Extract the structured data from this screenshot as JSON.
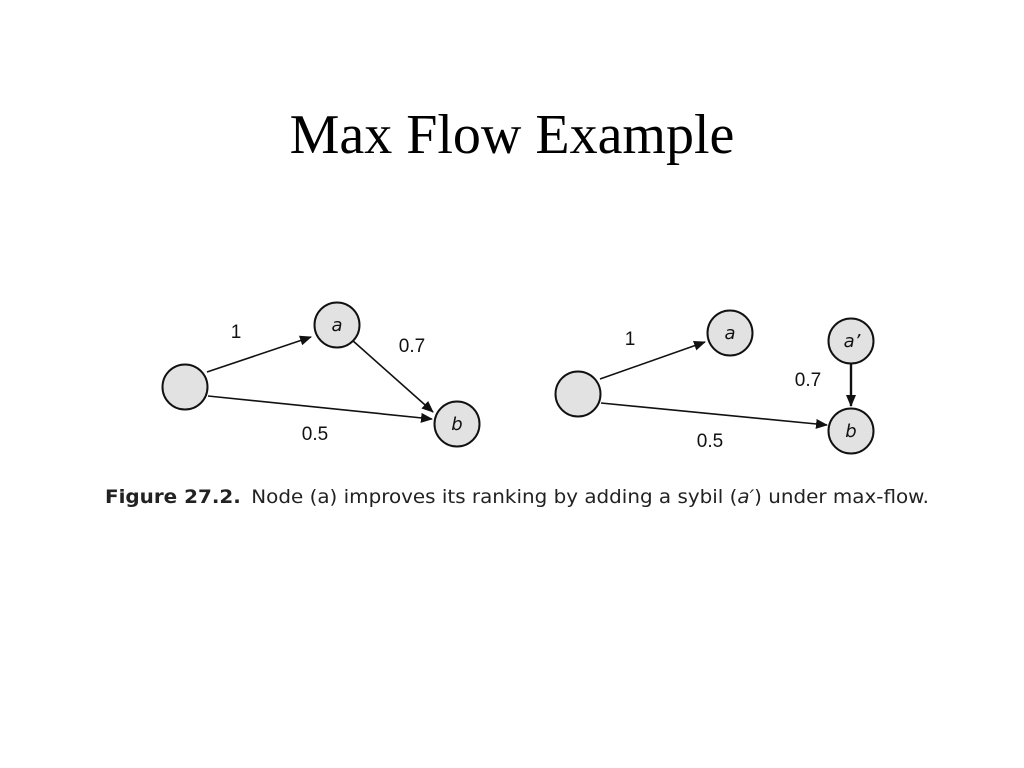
{
  "slide": {
    "title": "Max Flow Example"
  },
  "figure": {
    "left_graph": {
      "nodes": {
        "source": "",
        "a": "a",
        "b": "b"
      },
      "edges": {
        "source_to_a": "1",
        "a_to_b": "0.7",
        "source_to_b": "0.5"
      }
    },
    "right_graph": {
      "nodes": {
        "source": "",
        "a": "a",
        "a_prime": "a’",
        "b": "b"
      },
      "edges": {
        "source_to_a": "1",
        "a_prime_to_b": "0.7",
        "source_to_b": "0.5"
      }
    },
    "caption": {
      "label": "Figure 27.2.",
      "text_before": "Node (a) improves its ranking by adding a sybil (",
      "italic_symbol": "a′",
      "text_after": ") under max-flow."
    }
  },
  "colors": {
    "node_fill": "#e2e2e2",
    "stroke": "#111111",
    "background": "#ffffff"
  }
}
